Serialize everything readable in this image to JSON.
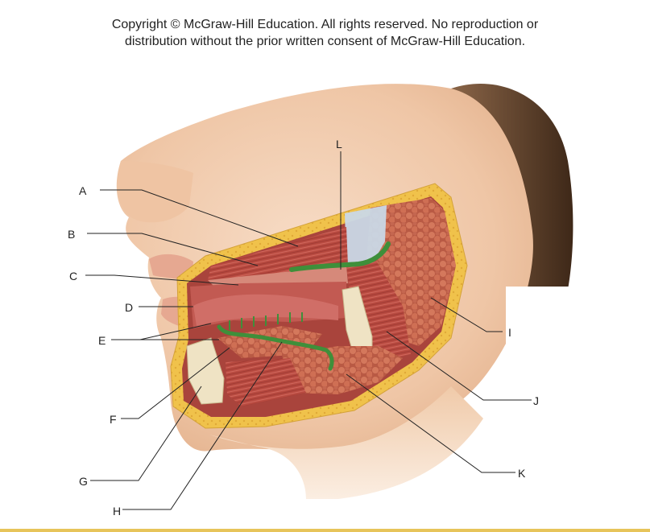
{
  "copyright": {
    "line1": "Copyright © McGraw-Hill Education.  All rights reserved. No reproduction or",
    "line2": "distribution without the prior written consent of McGraw-Hill Education."
  },
  "labels": {
    "A": "A",
    "B": "B",
    "C": "C",
    "D": "D",
    "E": "E",
    "F": "F",
    "G": "G",
    "H": "H",
    "I": "I",
    "J": "J",
    "K": "K",
    "L": "L"
  },
  "colors": {
    "skin": "#f2cdb0",
    "hair": "#5a3d28",
    "fat": "#f1c34a",
    "muscle": "#b8453c",
    "gland": "#c9674e",
    "bone": "#efe3c4",
    "duct": "#3f8f3a",
    "tendon": "#c9d8e6"
  }
}
